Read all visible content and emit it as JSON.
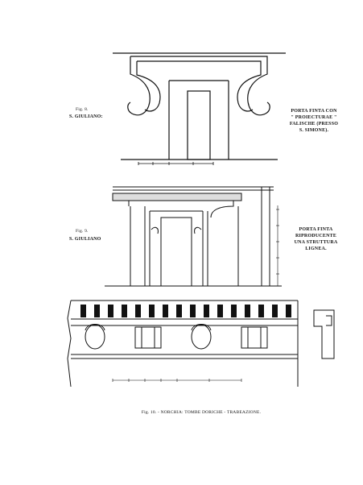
{
  "fig8": {
    "label": "Fig. 8.",
    "place": "S. GIULIANO:",
    "caption_lines": [
      "PORTA FINTA CON",
      "\" PROIECTURAE \"",
      "FALISCHE (PRESSO",
      "S. SIMONE)."
    ]
  },
  "fig9": {
    "label": "Fig. 9.",
    "place": "S. GIULIANO",
    "caption_lines": [
      "PORTA FINTA",
      "RIPRODUCENTE",
      "UNA STRUTTURA",
      "LIGNEA."
    ]
  },
  "fig10": {
    "caption": "Fig. 10. - NORCHIA: TOMBE DORICHE - TRABEAZIONE."
  }
}
